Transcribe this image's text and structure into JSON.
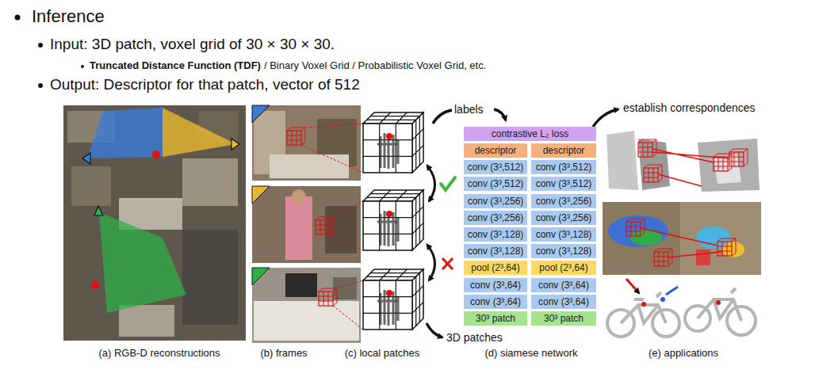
{
  "diagram": {
    "nodes": [
      {
        "text": [
          "contrastive L₂ loss"
        ]
      },
      {
        "text": [
          "descriptor"
        ]
      },
      {
        "text": [
          "descriptor"
        ]
      },
      {
        "text": [
          "conv (3³,512)"
        ]
      },
      {
        "text": [
          "conv (3³,512)"
        ]
      },
      {
        "text": [
          "conv (3³,512)"
        ]
      },
      {
        "text": [
          "conv (3³,512)"
        ]
      },
      {
        "text": [
          "conv (3³,256)"
        ]
      },
      {
        "text": [
          "conv (3³,256)"
        ]
      },
      {
        "text": [
          "conv (3³,256)"
        ]
      },
      {
        "text": [
          "conv (3³,256)"
        ]
      },
      {
        "text": [
          "conv (3³,128)"
        ]
      },
      {
        "text": [
          "conv (3³,128)"
        ]
      },
      {
        "text": [
          "conv (3³,128)"
        ]
      },
      {
        "text": [
          "conv (3³,128)"
        ]
      },
      {
        "text": [
          "pool (2³,64)"
        ]
      },
      {
        "text": [
          "pool (2³,64)"
        ]
      },
      {
        "text": [
          "conv (3³,64)"
        ]
      },
      {
        "text": [
          "conv (3³,64)"
        ]
      },
      {
        "text": [
          "conv (3³,64)"
        ]
      },
      {
        "text": [
          "conv (3³,64)"
        ]
      },
      {
        "text": [
          "30³ patch"
        ]
      },
      {
        "text": [
          "30³ patch"
        ]
      }
    ],
    "labels": [
      "Inference",
      "Input: 3D patch, voxel grid of 30 × 30 × 30.",
      "Truncated Distance Function (TDF)",
      "/ Binary Voxel Grid / Probabilistic Voxel Grid, etc.",
      "Output: Descriptor for that patch, vector of 512",
      "labels",
      "establish correspondences",
      "3D patches",
      "(a) RGB-D reconstructions",
      "(b) frames",
      "(c) local patches",
      "(d) siamese network",
      "(e) applications"
    ]
  }
}
